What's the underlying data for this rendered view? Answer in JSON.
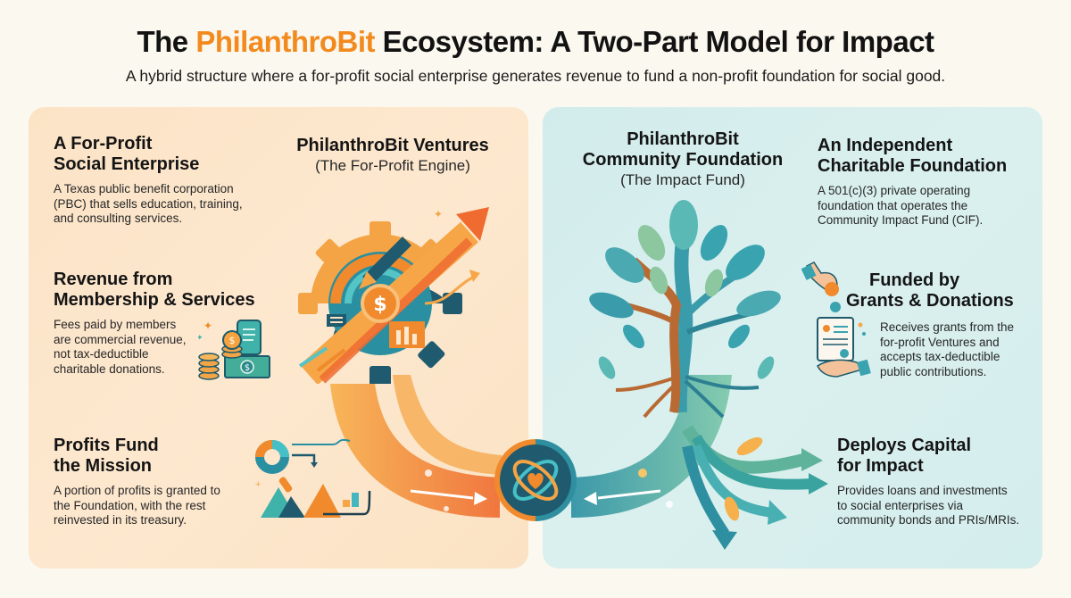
{
  "header": {
    "title_prefix": "The ",
    "title_highlight_1": "Philanthro",
    "title_highlight_2": "Bit",
    "title_suffix": " Ecosystem: A Two-Part Model for Impact",
    "subtitle": "A hybrid structure where a for-profit social enterprise generates revenue to fund a non-profit foundation for social good.",
    "highlight_color": "#f28a1e"
  },
  "left_panel": {
    "background": "#fde8cf",
    "center": {
      "title": "PhilanthroBit Ventures",
      "subtitle": "(The For-Profit Engine)",
      "icon": "gear-dollar-growth-icon"
    },
    "blocks": [
      {
        "title_line1": "A For-Profit",
        "title_line2": "Social Enterprise",
        "text_line1": "A Texas public benefit corporation",
        "text_line2": "(PBC) that sells education, training,",
        "text_line3": "and consulting services."
      },
      {
        "title_line1": "Revenue from",
        "title_line2": "Membership & Services",
        "text_line1": "Fees paid by members",
        "text_line2": "are commercial revenue,",
        "text_line3": "not tax-deductible",
        "text_line4": "charitable donations.",
        "icon": "coins-cash-invoice-icon"
      },
      {
        "title_line1": "Profits Fund",
        "title_line2": "the Mission",
        "text_line1": "A portion of profits is granted to",
        "text_line2": "the Foundation, with the rest",
        "text_line3": "reinvested in its treasury.",
        "icon": "charts-growth-icon"
      }
    ]
  },
  "right_panel": {
    "background": "#d8efee",
    "center": {
      "title_line1": "PhilanthroBit",
      "title_line2": "Community Foundation",
      "subtitle": "(The Impact Fund)",
      "icon": "tree-roots-icon"
    },
    "blocks": [
      {
        "title_line1": "An Independent",
        "title_line2": "Charitable Foundation",
        "text_line1": "A 501(c)(3) private operating",
        "text_line2": "foundation that operates the",
        "text_line3": "Community Impact Fund (CIF)."
      },
      {
        "title_line1": "Funded by",
        "title_line2": "Grants & Donations",
        "text_line1": "Receives grants from the",
        "text_line2": "for-profit Ventures and",
        "text_line3": "accepts tax-deductible",
        "text_line4": "public contributions.",
        "icon": "hands-grant-document-icon"
      },
      {
        "title_line1": "Deploys Capital",
        "title_line2": "for Impact",
        "text_line1": "Provides loans and investments",
        "text_line2": "to social enterprises via",
        "text_line3": "community bonds and PRIs/MRIs.",
        "icon": "branching-arrows-icon"
      }
    ]
  },
  "connector": {
    "icon": "interlocking-rings-heart-icon",
    "colors": {
      "orange": "#f08a2c",
      "teal": "#2f8fa0",
      "dark": "#1f5a6e"
    }
  }
}
